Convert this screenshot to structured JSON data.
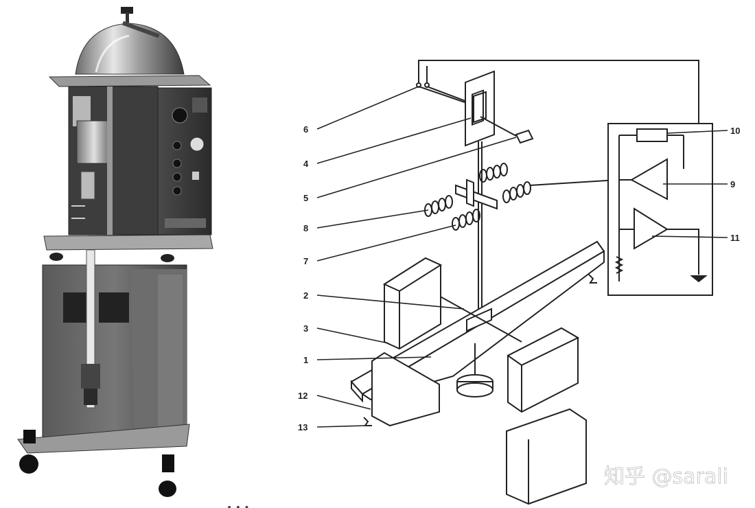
{
  "photo": {
    "description_icon": "instrument-photo-icon"
  },
  "diagram": {
    "labels": [
      {
        "id": "6",
        "text": "6"
      },
      {
        "id": "4",
        "text": "4"
      },
      {
        "id": "5",
        "text": "5"
      },
      {
        "id": "8",
        "text": "8"
      },
      {
        "id": "7",
        "text": "7"
      },
      {
        "id": "2",
        "text": "2"
      },
      {
        "id": "3",
        "text": "3"
      },
      {
        "id": "1",
        "text": "1"
      },
      {
        "id": "12",
        "text": "12"
      },
      {
        "id": "13",
        "text": "13"
      },
      {
        "id": "10",
        "text": "10"
      },
      {
        "id": "9",
        "text": "9"
      },
      {
        "id": "11",
        "text": "11"
      }
    ]
  },
  "watermark": {
    "text": "知乎 @sarali"
  },
  "colors": {
    "line": "#222222",
    "photo_bg": "#ffffff",
    "metal_dark": "#3a3a3a",
    "metal_mid": "#8a8a8a",
    "metal_light": "#d8d8d8"
  }
}
